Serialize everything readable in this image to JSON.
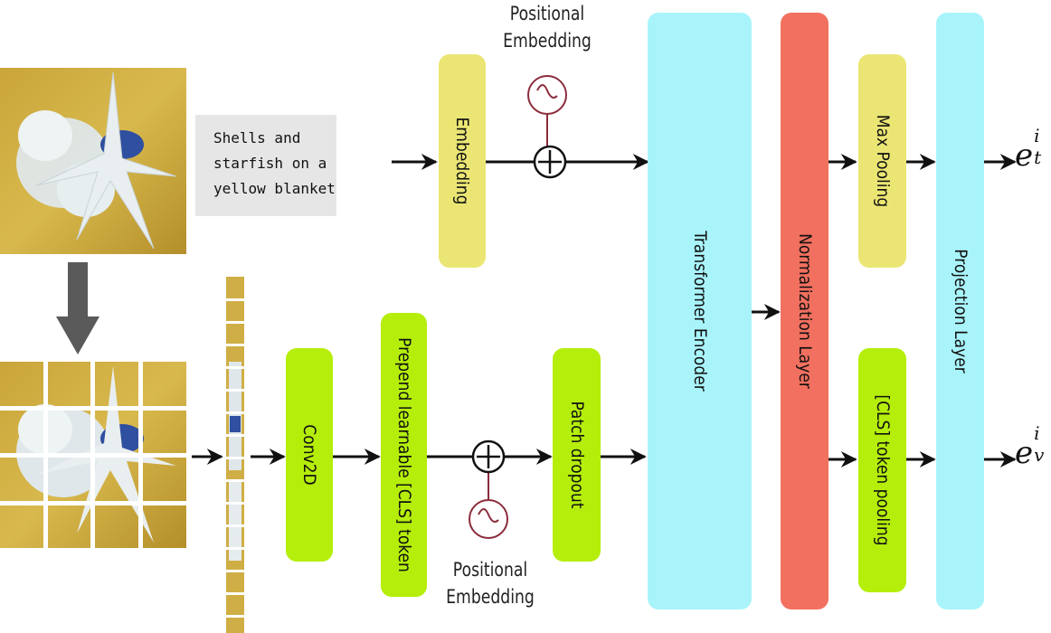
{
  "caption": "Shells and\nstarfish on a\nyellow blanket",
  "blocks": {
    "embedding": "Embedding",
    "conv2d": "Conv2D",
    "prepend_cls": "Prepend learnable [CLS] token",
    "patch_dropout": "Patch dropout",
    "transformer_encoder": "Transformer Encoder",
    "normalization_layer": "Normalization Layer",
    "max_pooling": "Max Pooling",
    "cls_token_pooling": "[CLS] token pooling",
    "projection_layer": "Projection Layer"
  },
  "positional_embedding_top": [
    "Positional",
    "Embedding"
  ],
  "positional_embedding_bottom": [
    "Positional",
    "Embedding"
  ],
  "outputs": {
    "text": {
      "base": "e",
      "sup": "i",
      "sub": "t"
    },
    "vision": {
      "base": "e",
      "sup": "i",
      "sub": "v"
    }
  },
  "colors": {
    "yellow_block": "#ebe674",
    "green_block": "#b5ee0b",
    "cyan_block": "#a9f4fb",
    "red_block": "#f2705f",
    "caption_bg": "#e6e6e6",
    "image_yellow": "#c9a93a",
    "pe_circle": "#8b2c3c"
  }
}
